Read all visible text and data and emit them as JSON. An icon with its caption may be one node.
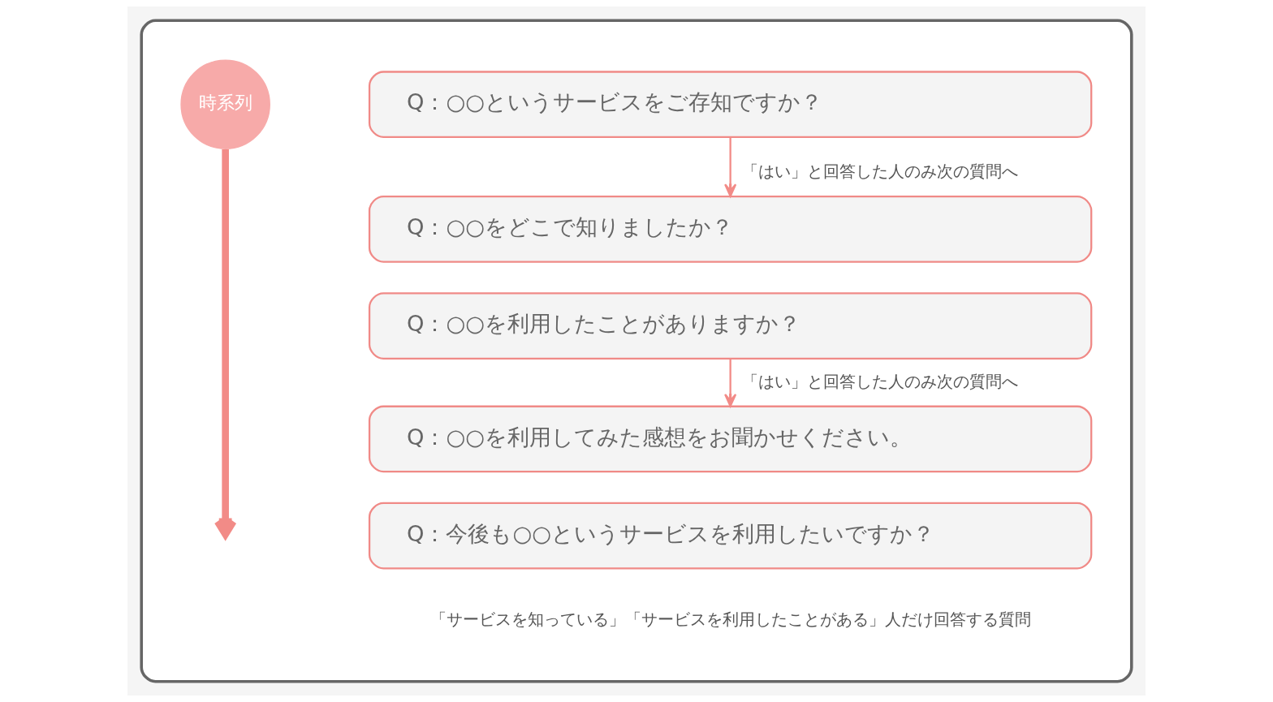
{
  "diagram": {
    "nodes": [
      {
        "text": [],
        "shape": "box"
      },
      {
        "text": [
          "時系列"
        ],
        "in": 0
      },
      {
        "text": [
          "Q：○○というサービスをご存知ですか？"
        ],
        "in": 0
      },
      {
        "text": [
          "Q：○○をどこで知りましたか？"
        ],
        "in": 0
      },
      {
        "text": [
          "Q：○○を利用したことがありますか？"
        ],
        "in": 0
      },
      {
        "text": [
          "Q：○○を利用してみた感想をお聞かせください。"
        ],
        "in": 0
      },
      {
        "text": [
          "Q：今後も○○というサービスを利用したいですか？"
        ],
        "in": 0
      }
    ],
    "edges": [
      {
        "from": 1,
        "to": null,
        "arrow": "to",
        "style": "thick"
      },
      {
        "from": 2,
        "to": 3,
        "arrow": "to",
        "label": "「はい」と回答した人のみ次の質問へ"
      },
      {
        "from": 4,
        "to": 5,
        "arrow": "to",
        "label": "「はい」と回答した人のみ次の質問へ"
      }
    ],
    "labels": [
      "「サービスを知っている」「サービスを利用したことがある」人だけ回答する質問"
    ]
  }
}
